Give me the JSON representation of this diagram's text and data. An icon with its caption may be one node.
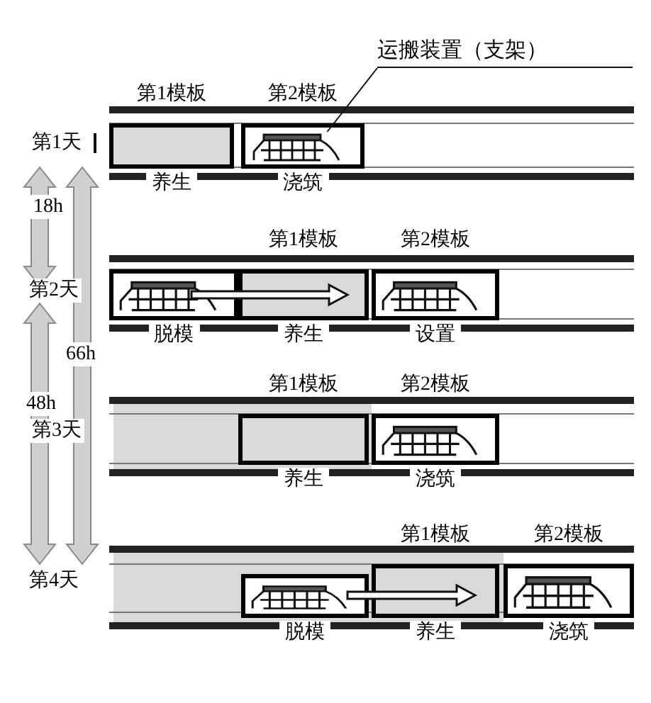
{
  "diagram": {
    "nodes": [
      {
        "text": [
          "运搬装置（支架）"
        ]
      },
      {
        "text": [
          "第1模板",
          "养生"
        ]
      },
      {
        "text": [
          "第2模板",
          "浇筑"
        ]
      },
      {
        "text": [],
        "shape": "picture",
        "in": 2
      },
      {
        "text": [
          "脱模"
        ]
      },
      {
        "text": [
          "第1模板",
          "养生"
        ]
      },
      {
        "text": [
          "第2模板",
          "设置"
        ]
      },
      {
        "text": [
          "第1模板",
          "养生"
        ]
      },
      {
        "text": [
          "第2模板",
          "浇筑"
        ]
      },
      {
        "text": [
          "脱模"
        ]
      },
      {
        "text": [
          "第1模板",
          "养生"
        ]
      },
      {
        "text": [
          "第2模板",
          "浇筑"
        ]
      }
    ],
    "edges": [
      {
        "from": 0,
        "to": 3,
        "arrow": "none"
      }
    ],
    "labels": [
      "第1天",
      "18h",
      "第2天",
      "66h",
      "48h",
      "第3天",
      "第4天"
    ]
  }
}
